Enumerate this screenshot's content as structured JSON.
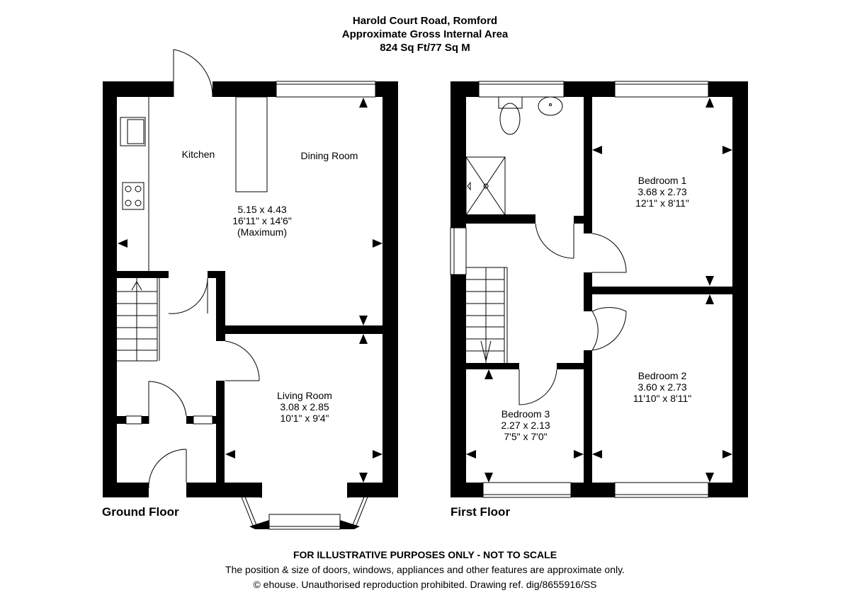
{
  "header": {
    "address": "Harold Court Road, Romford",
    "area_label": "Approximate Gross Internal Area",
    "area_value": "824 Sq Ft/77 Sq M"
  },
  "ground_floor": {
    "label": "Ground Floor",
    "rooms": {
      "kitchen": "Kitchen",
      "dining": "Dining Room",
      "kitchen_dining_dims": [
        "5.15 x 4.43",
        "16'11\" x 14'6\"",
        "(Maximum)"
      ],
      "living": {
        "name": "Living Room",
        "metric": "3.08 x 2.85",
        "imperial": "10'1\" x 9'4\""
      }
    }
  },
  "first_floor": {
    "label": "First Floor",
    "rooms": {
      "bedroom1": {
        "name": "Bedroom 1",
        "metric": "3.68 x 2.73",
        "imperial": "12'1\" x 8'11\""
      },
      "bedroom2": {
        "name": "Bedroom 2",
        "metric": "3.60 x 2.73",
        "imperial": "11'10\" x 8'11\""
      },
      "bedroom3": {
        "name": "Bedroom 3",
        "metric": "2.27 x 2.13",
        "imperial": "7'5\" x 7'0\""
      }
    }
  },
  "footer": {
    "disclaimer": "FOR ILLUSTRATIVE PURPOSES ONLY - NOT TO SCALE",
    "note": "The position & size of doors, windows, appliances and other features are approximate only.",
    "copyright": "© ehouse. Unauthorised reproduction prohibited. Drawing ref. dig/8655916/SS"
  }
}
